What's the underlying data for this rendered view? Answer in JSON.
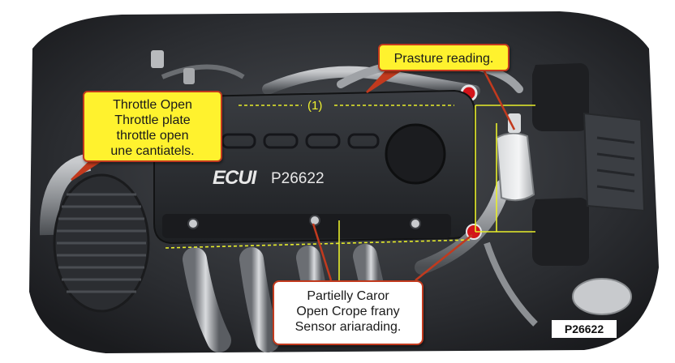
{
  "callouts": {
    "throttle": {
      "lines": [
        "Throttle Open",
        "Throttle plate",
        "throttle open",
        "une cantiatels."
      ]
    },
    "pressure": {
      "text": "Prasture reading."
    },
    "sensor": {
      "lines": [
        "Partielly Caror",
        "Open Crope frany",
        "Sensor ariarading."
      ]
    }
  },
  "ecu": {
    "brand": "ECUI",
    "code": "P26622"
  },
  "marker": "(1)",
  "corner_code": "P26622",
  "colors": {
    "callout_fill": "#fff22e",
    "callout_border": "#c23a1e",
    "guide_line": "#e8ee2a",
    "indicator": "#d3141a"
  }
}
